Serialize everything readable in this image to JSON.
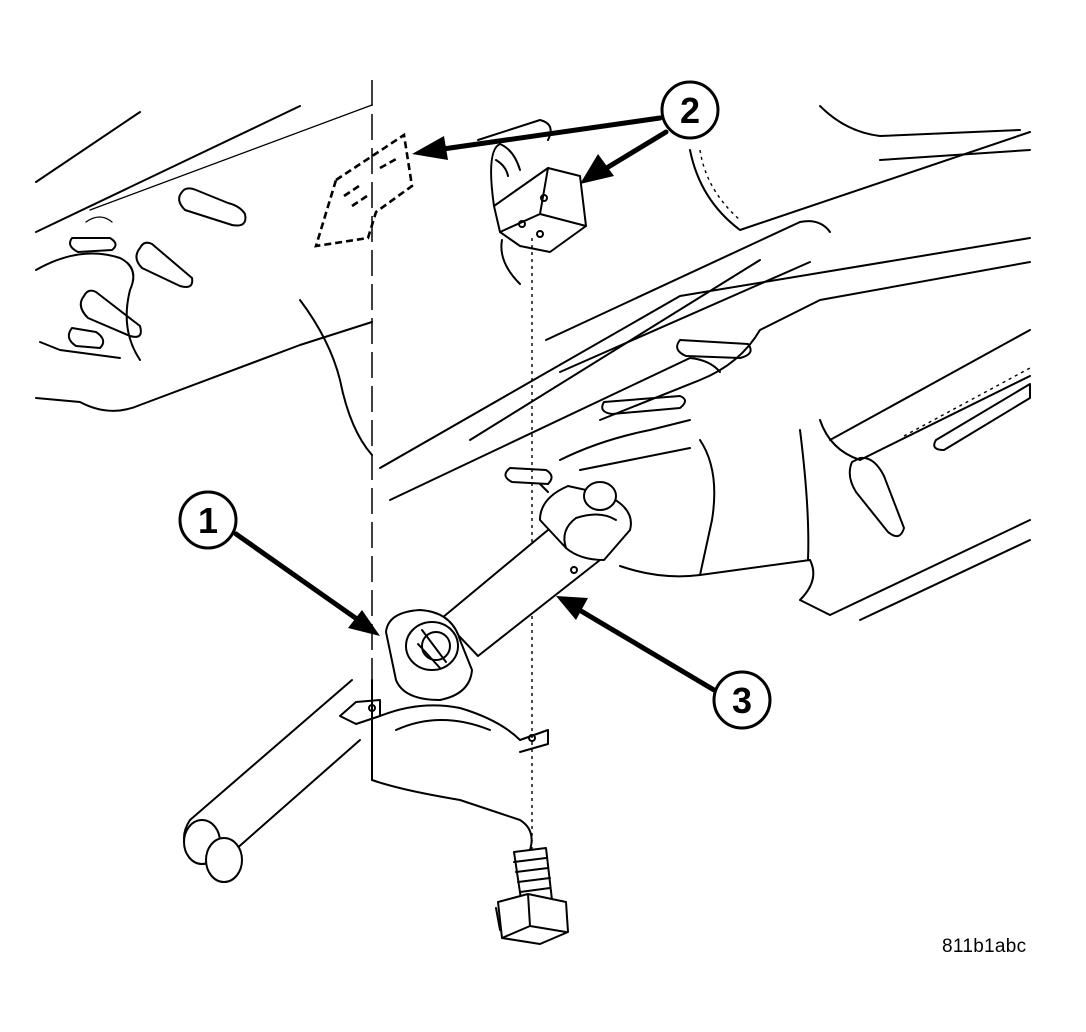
{
  "figure": {
    "code": "811b1abc",
    "callouts": [
      {
        "number": "1"
      },
      {
        "number": "2"
      },
      {
        "number": "3"
      }
    ]
  },
  "colors": {
    "line": "#000000",
    "background": "#ffffff"
  }
}
